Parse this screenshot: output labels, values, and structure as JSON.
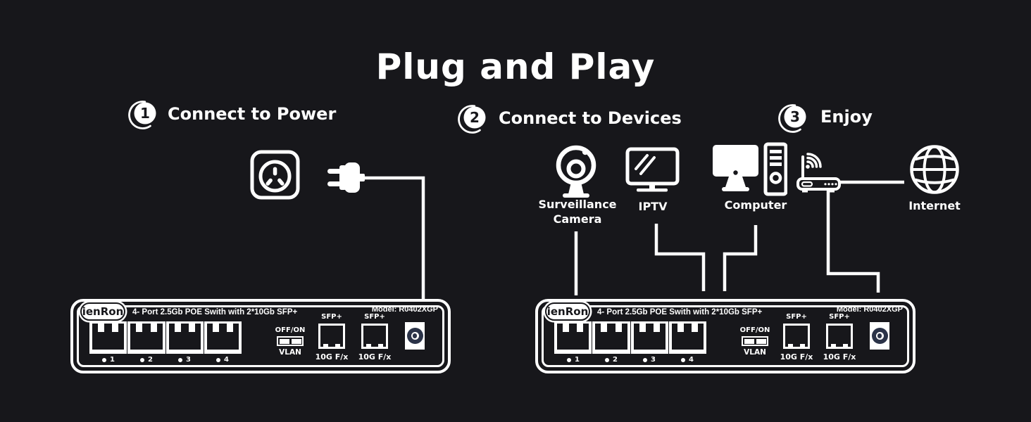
{
  "title": "Plug and Play",
  "steps": [
    {
      "number": "1",
      "label": "Connect to Power"
    },
    {
      "number": "2",
      "label": "Connect to Devices"
    },
    {
      "number": "3",
      "label": "Enjoy"
    }
  ],
  "devices": {
    "camera": {
      "line1": "Surveillance",
      "line2": "Camera"
    },
    "iptv": {
      "label": "IPTV"
    },
    "computer": {
      "label": "Computer"
    },
    "internet": {
      "label": "Internet"
    }
  },
  "switch": {
    "brand": "ienRon",
    "title": "4- Port 2.5Gb POE Swith with 2*10Gb SFP+",
    "model": "Model: R0402XGP",
    "port_labels": [
      "1",
      "2",
      "3",
      "4"
    ],
    "dip_top": "OFF/ON",
    "dip_bottom": "VLAN",
    "sfp_label": "SFP+",
    "sfp_sub": "10G F/x"
  },
  "icons": {
    "step_badge": "numbered-circle-with-arc",
    "power_outlet": "wall-socket",
    "power_plug": "two-prong-plug",
    "camera": "webcam",
    "iptv": "monitor",
    "computer": "desktop-with-tower",
    "router": "wifi-router",
    "internet": "globe"
  },
  "colors": {
    "background": "#17171b",
    "foreground": "#ffffff",
    "power_ring": "#2b3348"
  }
}
